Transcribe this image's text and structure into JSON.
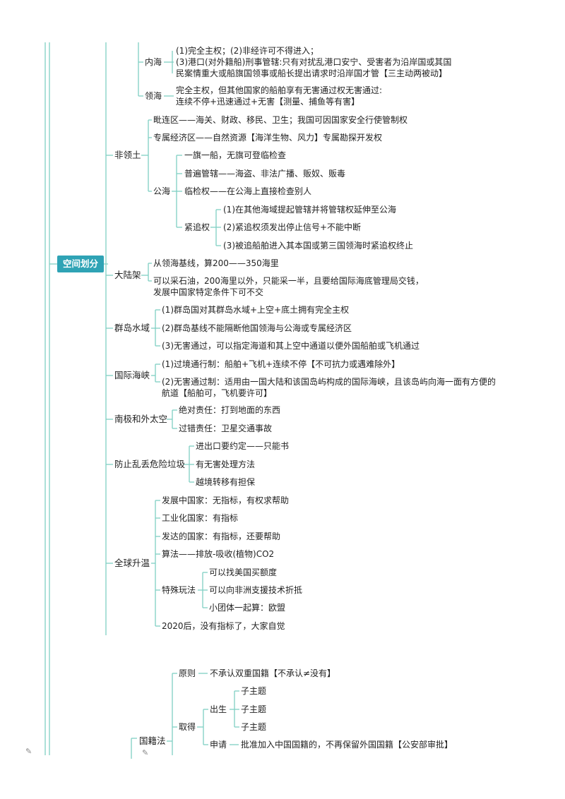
{
  "line_color": "#7fcfc4",
  "root_color": "#2fa3b5",
  "root_label": "空间划分",
  "nodes": {
    "neihai": "内海",
    "neihai_c1": "(1)完全主权；(2)非经许可不得进入；",
    "neihai_c2a": "(3)港口(对外籍船)刑事管辖:只有对扰乱港口安宁、受害者为沿岸国或其国",
    "neihai_c2b": "民案情重大或船旗国领事或船长提出请求时沿岸国才管【三主动两被动】",
    "linghai": "领海",
    "linghai_ca": "完全主权，但其他国家的船舶享有无害通过权无害通过:",
    "linghai_cb": "连续不停+迅速通过+无害【测量、捕鱼等有害】",
    "feilingtu": "非领土",
    "pilianqu": "毗连区——海关、财政、移民、卫生；我国可因国家安全行使管制权",
    "zhuanshu": "专属经济区——自然资源【海洋生物、风力】专属勘探开发权",
    "gonghai": "公海",
    "gonghai_1": "一旗一船，无旗可登临检查",
    "gonghai_2": "普遍管辖——海盗、非法广播、贩奴、贩毒",
    "gonghai_3": "临检权——在公海上直接检查别人",
    "zhuizhui": "紧追权",
    "zhuizhui_1": "(1)在其他海域提起管辖并将管辖权延伸至公海",
    "zhuizhui_2": "(2)紧追权须发出停止信号+不能中断",
    "zhuizhui_3": "(3)被追船舶进入其本国或第三国领海时紧追权终止",
    "dalujia": "大陆架",
    "dalujia_1": "从领海基线，算200——350海里",
    "dalujia_2a": "可以采石油，200海里以外，只能采一半，且要给国际海底管理局交钱，",
    "dalujia_2b": "发展中国家特定条件下可不交",
    "qundao": "群岛水域",
    "qundao_1": "(1)群岛国对其群岛水域+上空+底土拥有完全主权",
    "qundao_2": "(2)群岛基线不能隔断他国领海与公海或专属经济区",
    "qundao_3": "(3)无害通过，可以指定海道和其上空中通道以便外国船舶或飞机通过",
    "haixia": "国际海峡",
    "haixia_1": "(1)过境通行制：船舶+飞机+连续不停【不可抗力或遇难除外】",
    "haixia_2a": "(2)无害通过制：适用由一国大陆和该国岛屿构成的国际海峡，且该岛屿向海一面有方便的",
    "haixia_2b": "航道【船舶可，飞机要许可】",
    "nanji": "南极和外太空",
    "nanji_1": "绝对责任：打到地面的东西",
    "nanji_2": "过错责任：卫星交通事故",
    "laji": "防止乱丢危险垃圾",
    "laji_1": "进出口要约定——只能书",
    "laji_2": "有无害处理方法",
    "laji_3": "越境转移有担保",
    "wennuan": "全球升温",
    "wennuan_1": "发展中国家：无指标，有权求帮助",
    "wennuan_2": "工业化国家：有指标",
    "wennuan_3": "发达的国家：有指标，还要帮助",
    "wennuan_4": "算法——排放-吸收(植物)CO2",
    "teshu": "特殊玩法",
    "teshu_1": "可以找美国买额度",
    "teshu_2": "可以向非洲支援技术折抵",
    "teshu_3": "小团体一起算：欧盟",
    "wennuan_5": "2020后，没有指标了，大家自觉",
    "guoji": "国籍法",
    "yuanze": "原则",
    "yuanze_c": "不承认双重国籍【不承认≠没有】",
    "qude": "取得",
    "chusheng": "出生",
    "zizhuti_1": "子主题",
    "zizhuti_2": "子主题",
    "zizhuti_3": "子主题",
    "shenqing": "申请",
    "shenqing_c": "批准加入中国国籍的，不再保留外国国籍【公安部审批】"
  }
}
